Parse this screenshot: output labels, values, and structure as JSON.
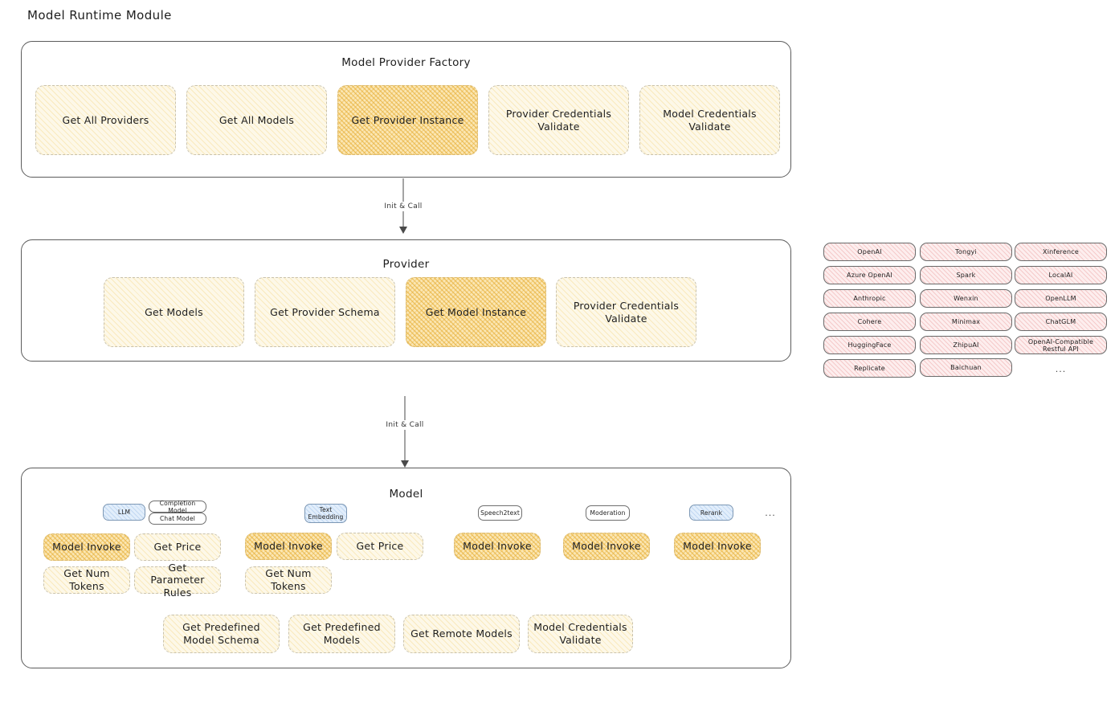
{
  "page": {
    "title": "Model Runtime Module"
  },
  "factory": {
    "title": "Model Provider Factory",
    "methods": [
      {
        "label": "Get All Providers",
        "style": "light"
      },
      {
        "label": "Get All Models",
        "style": "light"
      },
      {
        "label": "Get Provider Instance",
        "style": "accent"
      },
      {
        "label": "Provider Credentials Validate",
        "style": "light"
      },
      {
        "label": "Model Credentials Validate",
        "style": "light"
      }
    ]
  },
  "arrows": [
    {
      "label": "Init & Call"
    },
    {
      "label": "Init & Call"
    }
  ],
  "provider": {
    "title": "Provider",
    "methods": [
      {
        "label": "Get Models",
        "style": "light"
      },
      {
        "label": "Get Provider Schema",
        "style": "light"
      },
      {
        "label": "Get Model Instance",
        "style": "accent"
      },
      {
        "label": "Provider Credentials Validate",
        "style": "light"
      }
    ]
  },
  "provider_list": {
    "columns": [
      [
        "OpenAI",
        "Azure OpenAI",
        "Anthropic",
        "Cohere",
        "HuggingFace",
        "Replicate"
      ],
      [
        "Tongyi",
        "Spark",
        "Wenxin",
        "Minimax",
        "ZhipuAI",
        "Baichuan"
      ],
      [
        "Xinference",
        "LocalAI",
        "OpenLLM",
        "ChatGLM",
        "OpenAI-Compatible Restful API"
      ]
    ],
    "more": "..."
  },
  "model": {
    "title": "Model",
    "more": "...",
    "types": [
      {
        "badge": "LLM",
        "badge_style": "blue",
        "sub_badges": [
          "Completion Model",
          "Chat Model"
        ],
        "methods": [
          {
            "label": "Model Invoke",
            "style": "accent"
          },
          {
            "label": "Get Price",
            "style": "light"
          },
          {
            "label": "Get Num Tokens",
            "style": "light"
          },
          {
            "label": "Get Parameter Rules",
            "style": "light"
          }
        ]
      },
      {
        "badge": "Text Embedding",
        "badge_style": "blue",
        "sub_badges": [],
        "methods": [
          {
            "label": "Model Invoke",
            "style": "accent"
          },
          {
            "label": "Get Price",
            "style": "light"
          },
          {
            "label": "Get Num Tokens",
            "style": "light"
          }
        ]
      },
      {
        "badge": "Speech2text",
        "badge_style": "plain",
        "sub_badges": [],
        "methods": [
          {
            "label": "Model Invoke",
            "style": "accent"
          }
        ]
      },
      {
        "badge": "Moderation",
        "badge_style": "plain",
        "sub_badges": [],
        "methods": [
          {
            "label": "Model Invoke",
            "style": "accent"
          }
        ]
      },
      {
        "badge": "Rerank",
        "badge_style": "blue",
        "sub_badges": [],
        "methods": [
          {
            "label": "Model Invoke",
            "style": "accent"
          }
        ]
      }
    ],
    "shared_methods": [
      {
        "label": "Get Predefined Model Schema",
        "style": "light"
      },
      {
        "label": "Get Predefined Models",
        "style": "light"
      },
      {
        "label": "Get Remote Models",
        "style": "light"
      },
      {
        "label": "Model Credentials Validate",
        "style": "light"
      }
    ]
  },
  "colors": {
    "accent_fill": "#fbe7b4",
    "light_fill": "#fdf8e8",
    "provider_pill_fill": "#fdeeee",
    "badge_blue_fill": "#e2eefb",
    "outline": "#5c5c5c"
  }
}
